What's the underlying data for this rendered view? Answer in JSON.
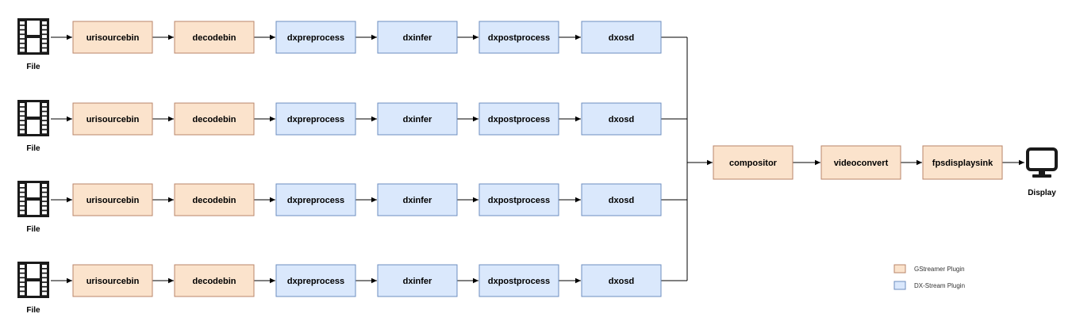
{
  "colors": {
    "gstreamer_fill": "#fbe3cc",
    "gstreamer_stroke": "#b9856a",
    "dxstream_fill": "#dae8fc",
    "dxstream_stroke": "#6c8ebf",
    "line": "#000000"
  },
  "rows": [
    {
      "source": {
        "icon": "film-icon",
        "label": "File"
      },
      "stages": [
        {
          "label": "urisourcebin",
          "kind": "gstreamer"
        },
        {
          "label": "decodebin",
          "kind": "gstreamer"
        },
        {
          "label": "dxpreprocess",
          "kind": "dxstream"
        },
        {
          "label": "dxinfer",
          "kind": "dxstream"
        },
        {
          "label": "dxpostprocess",
          "kind": "dxstream"
        },
        {
          "label": "dxosd",
          "kind": "dxstream"
        }
      ]
    },
    {
      "source": {
        "icon": "film-icon",
        "label": "File"
      },
      "stages": [
        {
          "label": "urisourcebin",
          "kind": "gstreamer"
        },
        {
          "label": "decodebin",
          "kind": "gstreamer"
        },
        {
          "label": "dxpreprocess",
          "kind": "dxstream"
        },
        {
          "label": "dxinfer",
          "kind": "dxstream"
        },
        {
          "label": "dxpostprocess",
          "kind": "dxstream"
        },
        {
          "label": "dxosd",
          "kind": "dxstream"
        }
      ]
    },
    {
      "source": {
        "icon": "film-icon",
        "label": "File"
      },
      "stages": [
        {
          "label": "urisourcebin",
          "kind": "gstreamer"
        },
        {
          "label": "decodebin",
          "kind": "gstreamer"
        },
        {
          "label": "dxpreprocess",
          "kind": "dxstream"
        },
        {
          "label": "dxinfer",
          "kind": "dxstream"
        },
        {
          "label": "dxpostprocess",
          "kind": "dxstream"
        },
        {
          "label": "dxosd",
          "kind": "dxstream"
        }
      ]
    },
    {
      "source": {
        "icon": "film-icon",
        "label": "File"
      },
      "stages": [
        {
          "label": "urisourcebin",
          "kind": "gstreamer"
        },
        {
          "label": "decodebin",
          "kind": "gstreamer"
        },
        {
          "label": "dxpreprocess",
          "kind": "dxstream"
        },
        {
          "label": "dxinfer",
          "kind": "dxstream"
        },
        {
          "label": "dxpostprocess",
          "kind": "dxstream"
        },
        {
          "label": "dxosd",
          "kind": "dxstream"
        }
      ]
    }
  ],
  "output": {
    "stages": [
      {
        "label": "compositor",
        "kind": "gstreamer"
      },
      {
        "label": "videoconvert",
        "kind": "gstreamer"
      },
      {
        "label": "fpsdisplaysink",
        "kind": "gstreamer"
      }
    ],
    "sink": {
      "icon": "monitor-icon",
      "label": "Display"
    }
  },
  "legend": [
    {
      "label": "GStreamer Plugin",
      "kind": "gstreamer"
    },
    {
      "label": "DX-Stream Plugin",
      "kind": "dxstream"
    }
  ]
}
